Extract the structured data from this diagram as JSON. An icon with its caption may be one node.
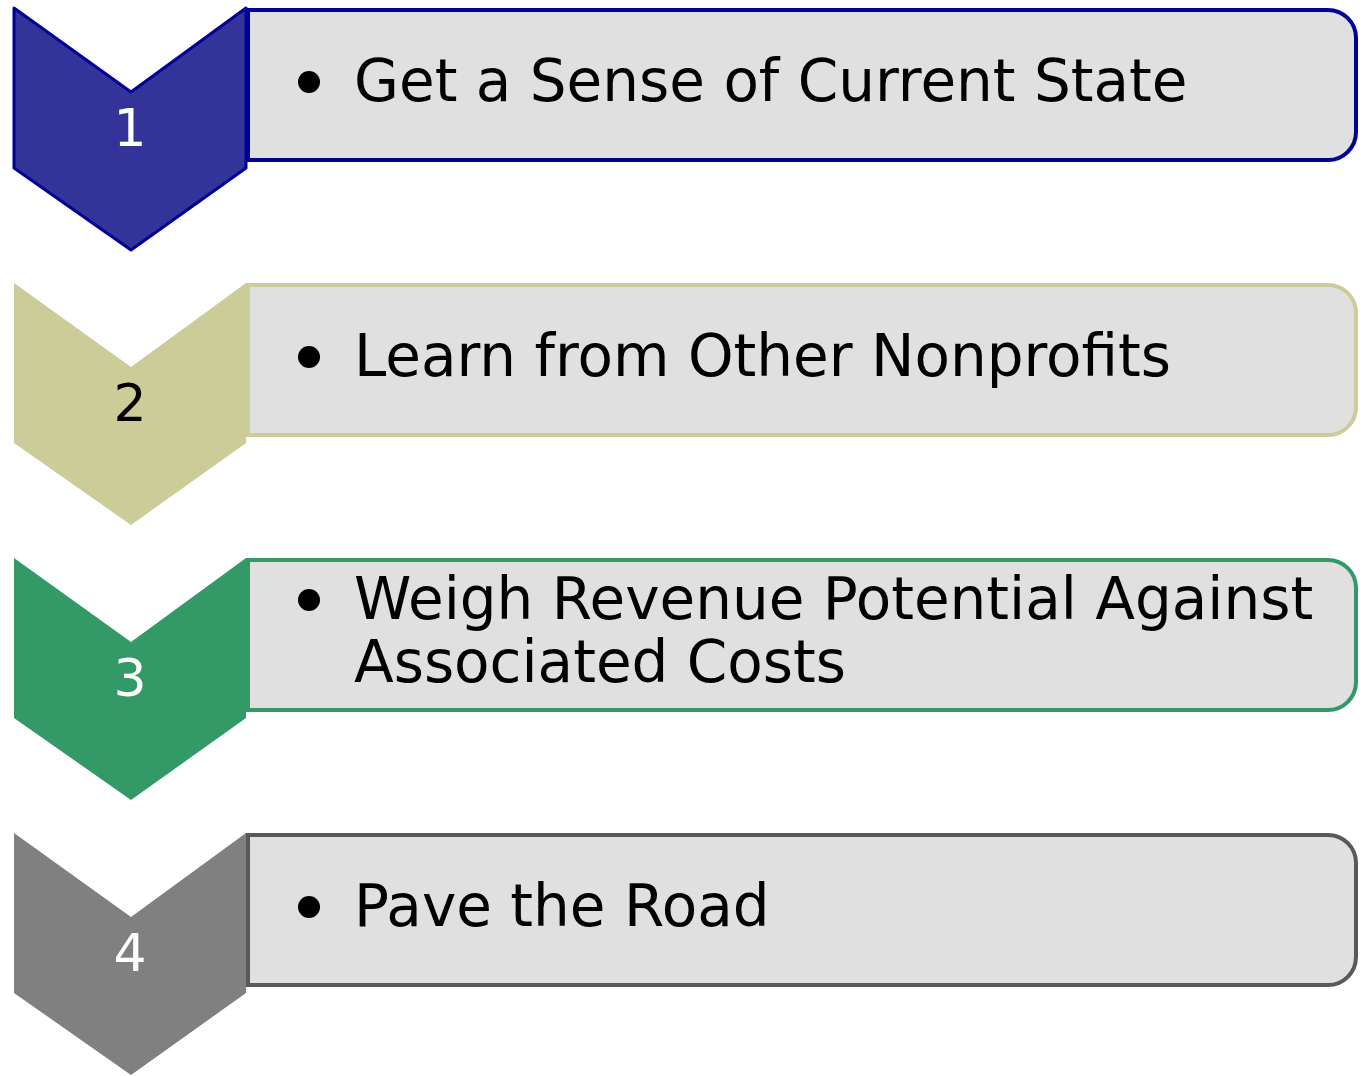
{
  "diagram": {
    "nodes": [
      {
        "text": [
          "1"
        ]
      },
      {
        "text": [
          "Get a Sense of Current State"
        ]
      },
      {
        "text": [
          "2"
        ]
      },
      {
        "text": [
          "Learn from Other Nonprofits"
        ]
      },
      {
        "text": [
          "3"
        ]
      },
      {
        "text": [
          "Weigh Revenue Potential Against Associated Costs"
        ]
      },
      {
        "text": [
          "4"
        ]
      },
      {
        "text": [
          "Pave the Road"
        ]
      }
    ]
  }
}
